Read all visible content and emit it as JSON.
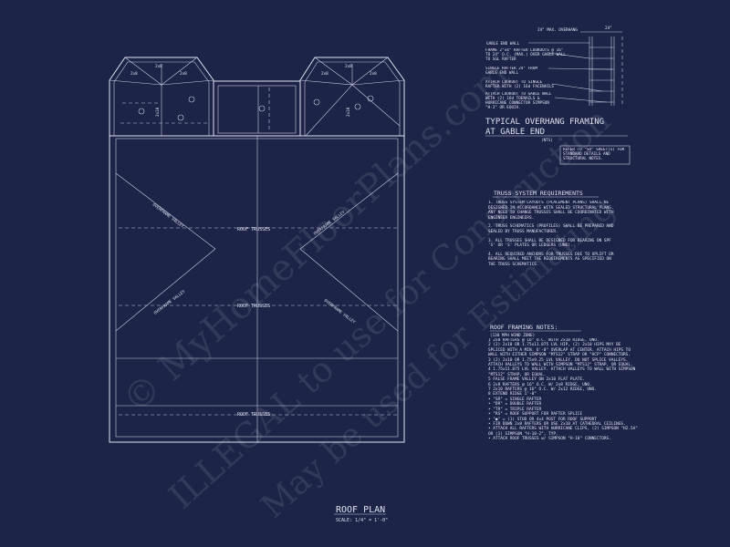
{
  "plan": {
    "title": "ROOF PLAN",
    "scale": "SCALE: 1/4\" = 1'-0\"",
    "truss_labels": [
      "ROOF TRUSSES",
      "ROOF TRUSSES",
      "ROOF TRUSSES"
    ],
    "valley_labels": [
      "OVERFRAME VALLEY",
      "OVERFRAME VALLEY",
      "OVERFRAME VALLEY",
      "OVERFRAME VALLEY"
    ],
    "rafter_labels": [
      "2x8",
      "2x8",
      "2x8",
      "2x8",
      "2x8",
      "2x8",
      "2x10",
      "2x10"
    ]
  },
  "detail": {
    "dim_top": "24\" MAX. OVERHANG",
    "dim_side": "24\"",
    "callouts": [
      "GABLE END WALL",
      "FRAME 2\"x4\" RAFTER LOOKOUTS @ 16\" TO 24\" O.C. (MAX.) OVER GABLE WALL TO SGL RAFTER",
      "SINGLE RAFTER 24\" FROM GABLE END WALL",
      "ATTACH LOOKOUT TO SINGLE RAFTER WITH (2) 16d FACENAILS",
      "ATTACH LOOKOUT TO GABLE WALL WITH (2) 16d TOENAILS & HURRICANE CONNECTOR SIMPSON \"H-3\" OR EQUIV."
    ],
    "title_line1": "TYPICAL OVERHANG FRAMING",
    "title_line2": "AT GABLE END",
    "nts": "(NTS)",
    "refer_note": "REFER TO \"SD\" SHEET(S) FOR STANDARD DETAILS AND STRUCTURAL NOTES."
  },
  "truss": {
    "heading": "TRUSS SYSTEM REQUIREMENTS",
    "items": [
      "1. TRUSS SYSTEM LAYOUTS (PLACEMENT PLANS) SHALL BE DESIGNED IN ACCORDANCE WITH SEALED STRUCTURAL PLANS. ANY NEED TO CHANGE TRUSSES SHALL BE COORDINATED WITH ENGINEER ENGINEERS.",
      "2. TRUSS SCHEMATICS (PROFILES) SHALL BE PREPARED AND SEALED BY TRUSS MANUFACTURER.",
      "3. ALL TRUSSES SHALL BE DESIGNED FOR BEARING ON SPF 'S' OR 'S' PLATES OR LEDGERS (UNO).",
      "4. ALL REQUIRED ANCHORS FOR TRUSSES DUE TO UPLIFT OR BEARING SHALL MEET THE REQUIREMENTS AS SPECIFIED ON THE TRUSS SCHEMATICS."
    ]
  },
  "notes": {
    "heading": "ROOF FRAMING NOTES:",
    "subheading": "(130 MPH WIND ZONE)",
    "items": [
      "1  2x8 RAFTERS @ 16\" O.C. WITH 2x10 RIDGE, UNO.",
      "2  (2) 2x10 OR 1.75x11.875 LVL HIP, (2) 2x10 HIPS MAY BE SPLICED WITH A MIN. 6'-0\" OVERLAP AT CENTER. ATTACH HIPS TO WALL WITH EITHER SIMPSON \"MTS12\" STRAP OR \"HCP\" CONNECTORS.",
      "3  (2) 2x10 OR 1.75x9.25 LVL VALLEY. DO NOT SPLICE VALLEYS. ATTACH VALLEYS TO WALL WITH SIMPSON \"MTS12\" STRAP, OR EQUAL.",
      "4  1.75x11.875 LVL VALLEY. ATTACH VALLEYS TO WALL WITH SIMPSON \"MTS12\" STRAP, OR EQUAL.",
      "5  FALSE FRAME VALLEY ON 2x10 FLAT PLATE.",
      "6  2x8 RAFTERS @ 16\" O.C. W/ 2x8 RIDGE, UNO.",
      "7  2x10 RAFTERS @ 16\" O.C. W/ 2x12 RIDGE, UNO.",
      "8  EXTEND RIDGE 1'-0\"",
      "• \"SR\" = SINGLE RAFTER",
      "• \"DR\" = DOUBLE RAFTER",
      "• \"TR\" = TRIPLE RAFTER",
      "• \"RS\" = ROOF SUPPORT FOR RAFTER SPLICE",
      "• \"●\" = (1) STUD OR 4x4 POST FOR ROOF SUPPORT",
      "• FIR DOWN 2x8 RAFTERS OR USE 2x10 AT CATHEDRAL CEILINGS.",
      "• ATTACH ALL RAFTERS WITH HURRICANE CLIPS, (2) SIMPSON \"H2.5A\" OR (1) SIMPSON \"H-10-2\", TYP.",
      "• ATTACH ROOF TRUSSES w/ SIMPSON \"H-10\" CONNECTORS."
    ]
  },
  "watermark": {
    "line1": "© MyHomeFloorPlans.com",
    "line2": "ILLEGAL to use for Construction",
    "line3": "May be used for Estimating"
  }
}
